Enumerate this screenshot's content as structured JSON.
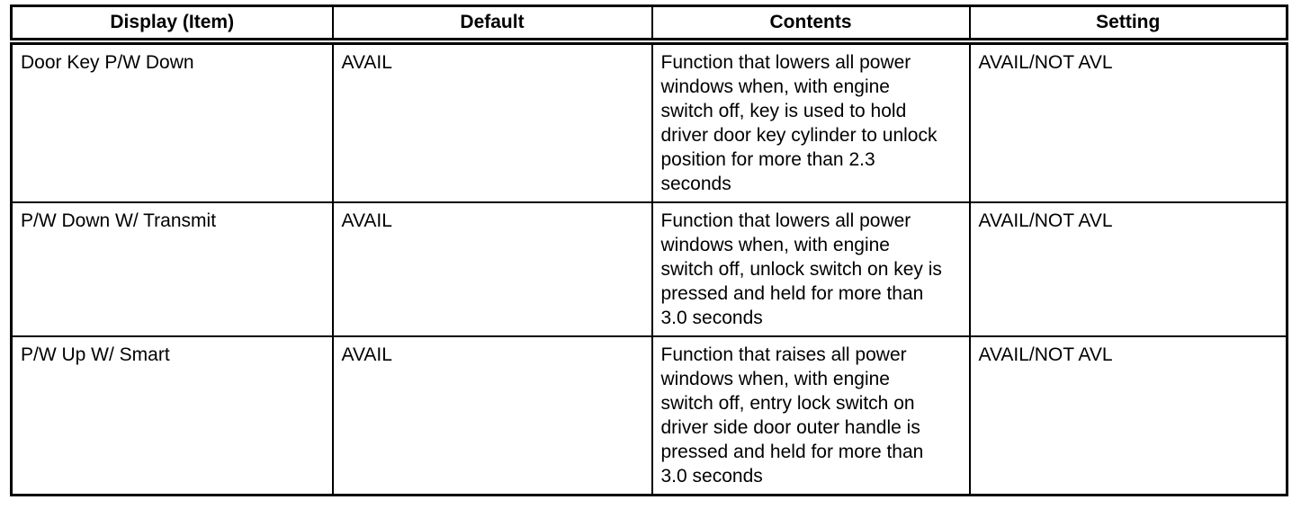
{
  "page": {
    "background_color": "#ffffff",
    "text_color": "#000000",
    "border_color": "#000000"
  },
  "table": {
    "headers": [
      "Display (Item)",
      "Default",
      "Contents",
      "Setting"
    ],
    "rows": [
      {
        "display": "Door Key P/W Down",
        "default": "AVAIL",
        "contents": "Function that lowers all power\nwindows when, with engine\nswitch off, key is used to hold\ndriver door key cylinder to unlock\nposition for more than 2.3\nseconds",
        "setting": "AVAIL/NOT AVL"
      },
      {
        "display": "P/W Down W/ Transmit",
        "default": "AVAIL",
        "contents": "Function that lowers all power\nwindows when, with engine\nswitch off, unlock switch on key is\npressed and held for more than\n3.0 seconds",
        "setting": "AVAIL/NOT AVL"
      },
      {
        "display": "P/W Up W/ Smart",
        "default": "AVAIL",
        "contents": "Function that raises all power\nwindows when, with engine\nswitch off, entry lock switch on\ndriver side door outer handle is\npressed and held for more than\n3.0 seconds",
        "setting": "AVAIL/NOT AVL"
      }
    ]
  }
}
